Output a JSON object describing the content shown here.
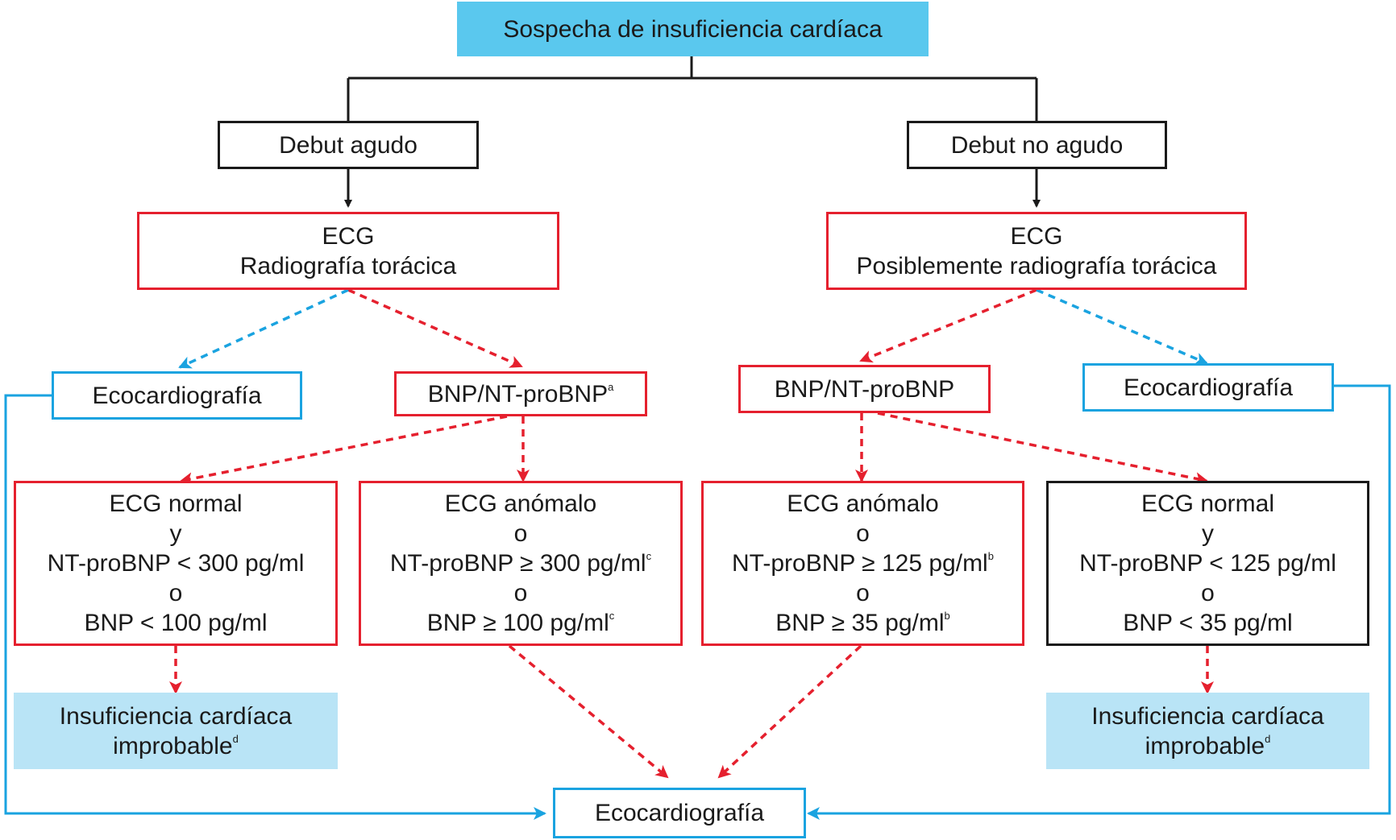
{
  "colors": {
    "red": "#e5202e",
    "blue": "#1aa3e0",
    "black": "#1a1a1a",
    "header_fill": "#5ac8ee",
    "result_fill": "#b9e4f6"
  },
  "top": {
    "text": "Sospecha de insuficiencia cardíaca"
  },
  "left": {
    "onset": "Debut agudo",
    "tests": [
      "ECG",
      "Radiografía torácica"
    ],
    "echo": "Ecocardiografía",
    "peptide": {
      "text": "BNP/NT-proBNP",
      "sup": "a"
    },
    "normal": [
      {
        "text": "ECG normal"
      },
      {
        "text": "y"
      },
      {
        "text": "NT-proBNP < 300 pg/ml"
      },
      {
        "text": "o"
      },
      {
        "text": "BNP < 100 pg/ml"
      }
    ],
    "abnormal": [
      {
        "text": "ECG anómalo"
      },
      {
        "text": "o"
      },
      {
        "text": "NT-proBNP ≥ 300 pg/ml",
        "sup": "c"
      },
      {
        "text": "o"
      },
      {
        "text": "BNP ≥ 100 pg/ml",
        "sup": "c"
      }
    ],
    "unlikely": [
      {
        "text": "Insuficiencia cardíaca"
      },
      {
        "text": "improbable",
        "sup": "d"
      }
    ]
  },
  "right": {
    "onset": "Debut no agudo",
    "tests": [
      "ECG",
      "Posiblemente radiografía torácica"
    ],
    "echo": "Ecocardiografía",
    "peptide": {
      "text": "BNP/NT-proBNP",
      "sup": ""
    },
    "abnormal": [
      {
        "text": "ECG anómalo"
      },
      {
        "text": "o"
      },
      {
        "text": "NT-proBNP ≥ 125 pg/ml",
        "sup": "b"
      },
      {
        "text": "o"
      },
      {
        "text": "BNP ≥ 35 pg/ml",
        "sup": "b"
      }
    ],
    "normal": [
      {
        "text": "ECG normal"
      },
      {
        "text": "y"
      },
      {
        "text": "NT-proBNP < 125 pg/ml"
      },
      {
        "text": "o"
      },
      {
        "text": "BNP < 35 pg/ml"
      }
    ],
    "unlikely": [
      {
        "text": "Insuficiencia cardíaca"
      },
      {
        "text": "improbable",
        "sup": "d"
      }
    ]
  },
  "bottom": {
    "text": "Ecocardiografía"
  }
}
